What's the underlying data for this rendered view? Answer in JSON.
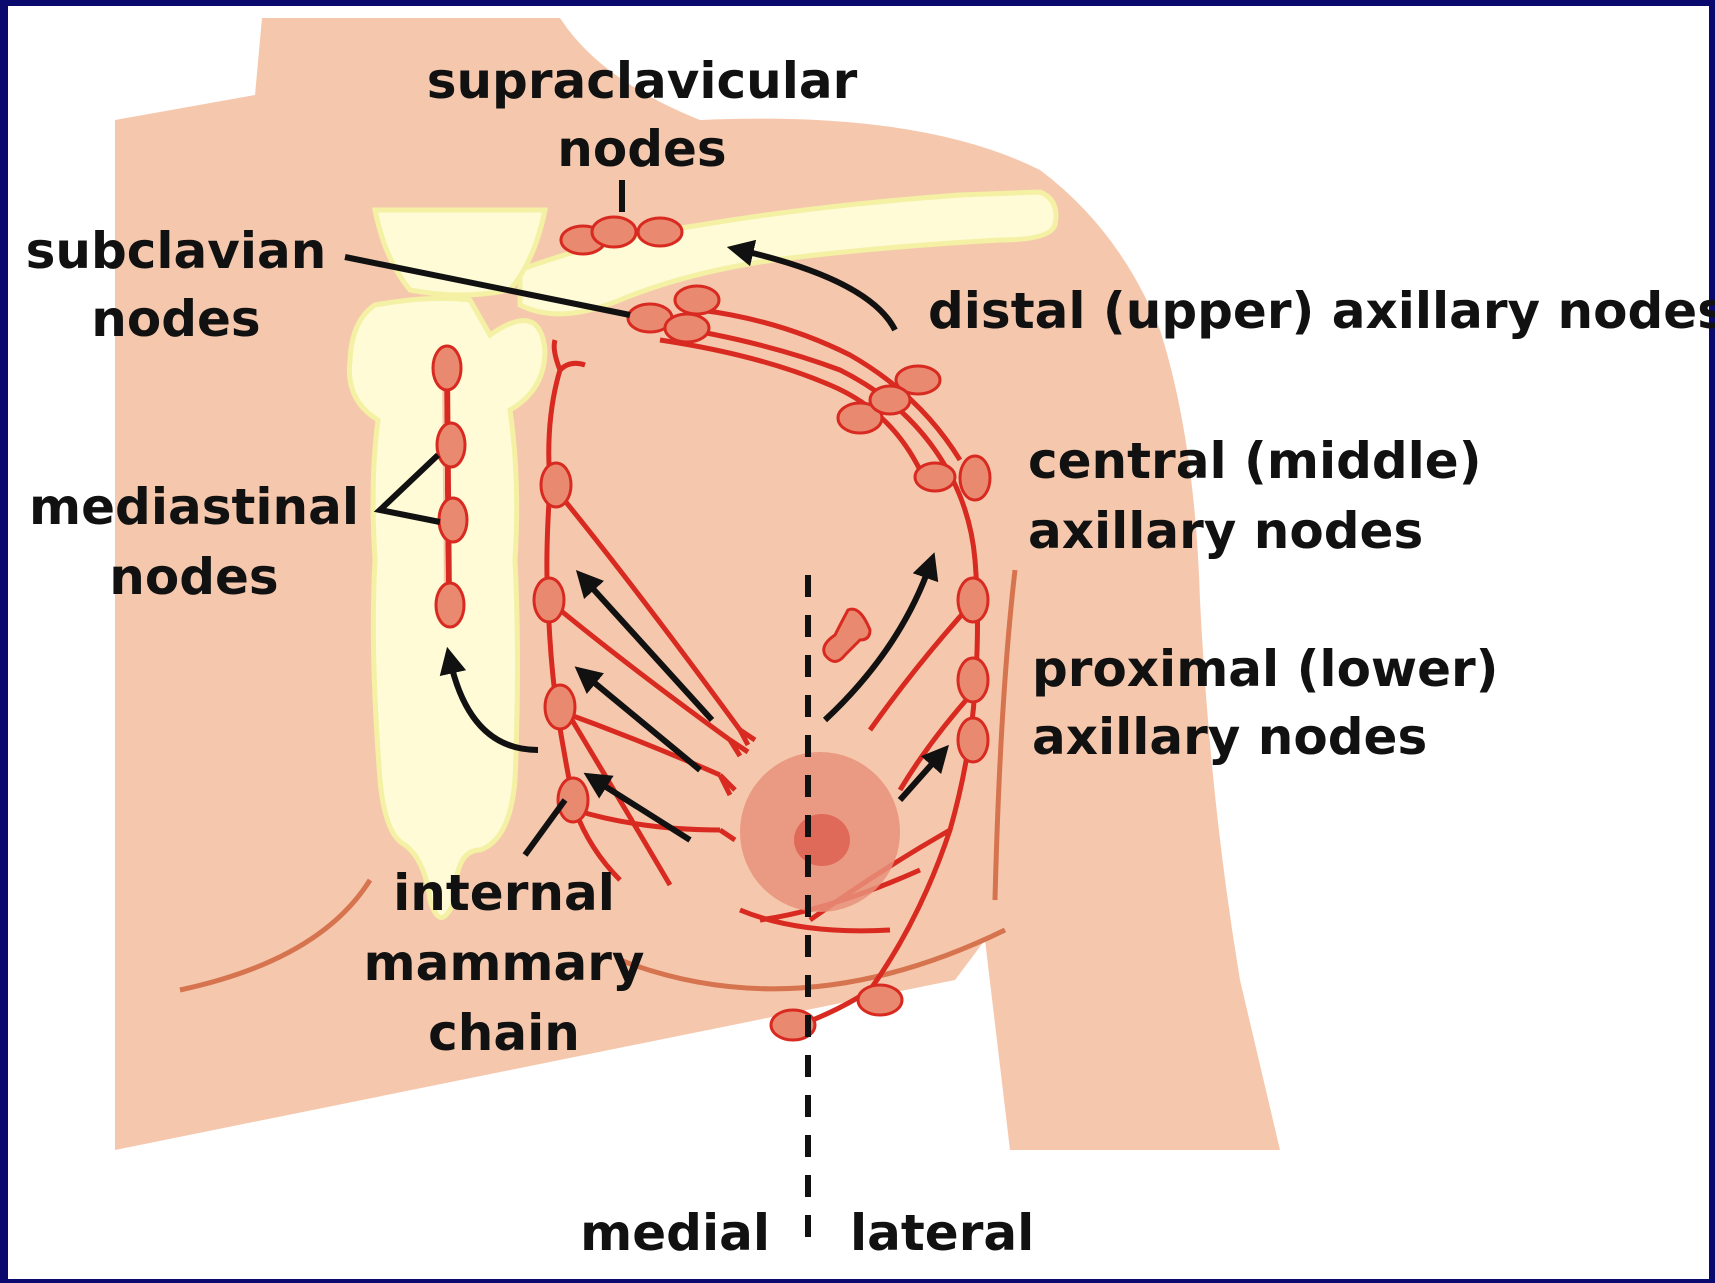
{
  "colors": {
    "border": "#0a0a6e",
    "skin": "#f5c8ad",
    "bone": "#fefbd6",
    "bone_edge": "#f4f0a4",
    "vessel": "#d82a20",
    "node_fill": "#e98a70",
    "areola": "#e8907a",
    "nipple": "#e06a5a",
    "text": "#111111"
  },
  "labels": {
    "supraclavicular_line1": "supraclavicular",
    "supraclavicular_line2": "nodes",
    "subclavian_line1": "subclavian",
    "subclavian_line2": "nodes",
    "distal": "distal (upper) axillary nodes",
    "central_line1": "central (middle)",
    "central_line2": "axillary nodes",
    "mediastinal_line1": "mediastinal",
    "mediastinal_line2": "nodes",
    "proximal_line1": "proximal (lower)",
    "proximal_line2": "axillary nodes",
    "internal_line1": "internal",
    "internal_line2": "mammary",
    "internal_line3": "chain",
    "medial": "medial",
    "lateral": "lateral"
  }
}
